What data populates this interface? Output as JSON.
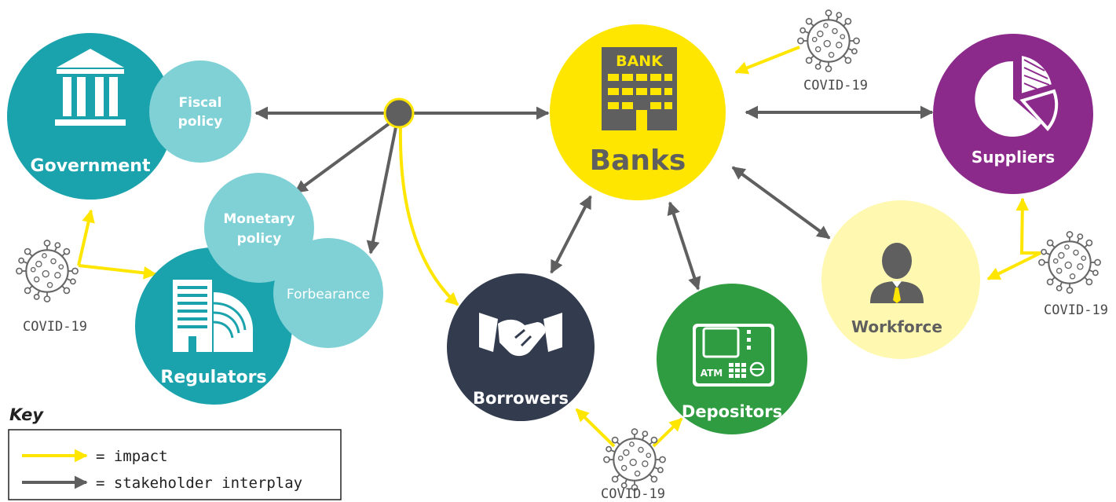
{
  "colors": {
    "impact": "#ffe600",
    "interplay": "#5f5f60",
    "government": "#1ba3ad",
    "policy": "#7fd1d6",
    "banks": "#ffe600",
    "borrowers": "#333c4e",
    "depositors": "#2f9c41",
    "workforce": "#fff8b0",
    "suppliers": "#8c2a8c"
  },
  "nodes": {
    "government": "Government",
    "fiscal": [
      "Fiscal",
      "policy"
    ],
    "monetary": [
      "Monetary",
      "policy"
    ],
    "forbearance": "Forbearance",
    "regulators": "Regulators",
    "banks": "Banks",
    "bank_sign": "BANK",
    "borrowers": "Borrowers",
    "depositors": "Depositors",
    "atm": "ATM",
    "workforce": "Workforce",
    "suppliers": "Suppliers"
  },
  "virus_label": "COVID-19",
  "key": {
    "title": "Key",
    "impact": "= impact",
    "interplay": "= stakeholder interplay"
  }
}
